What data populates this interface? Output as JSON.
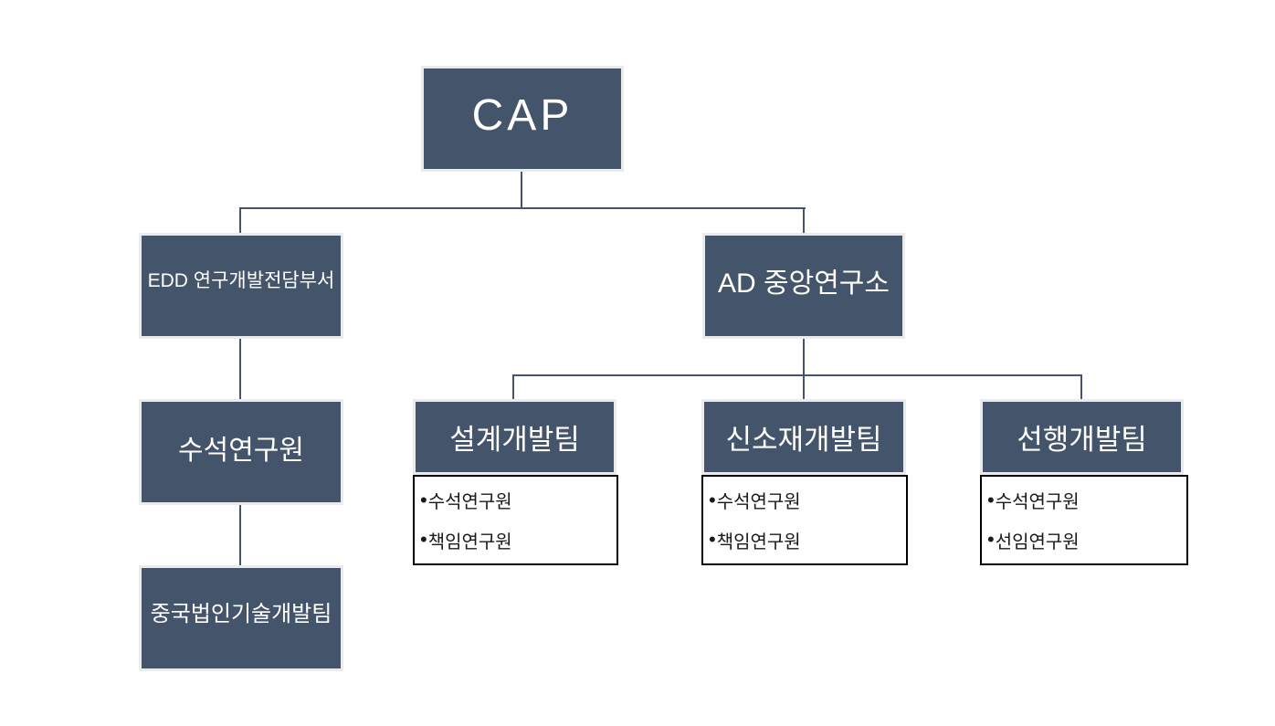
{
  "diagram": {
    "type": "org-chart",
    "bullet": "•",
    "root": {
      "label": "CAP"
    },
    "left_branch": {
      "department": {
        "label": "EDD 연구개발전담부서"
      },
      "nodes": [
        {
          "label": "수석연구원"
        },
        {
          "label": "중국법인기술개발팀"
        }
      ]
    },
    "right_branch": {
      "department": {
        "label": "AD 중앙연구소"
      },
      "teams": [
        {
          "label": "설계개발팀",
          "members": [
            "수석연구원",
            "책임연구원"
          ]
        },
        {
          "label": "신소재개발팀",
          "members": [
            "수석연구원",
            "책임연구원"
          ]
        },
        {
          "label": "선행개발팀",
          "members": [
            "수석연구원",
            "선임연구원"
          ]
        }
      ]
    },
    "colors": {
      "node_fill": "#44546A",
      "node_border": "#EAEBED",
      "node_text": "#FFFFFF",
      "connector": "#44546A",
      "member_box_fill": "#FFFFFF",
      "member_box_border": "#000000",
      "member_text": "#1A1A1A",
      "background": "#FFFFFF"
    }
  }
}
